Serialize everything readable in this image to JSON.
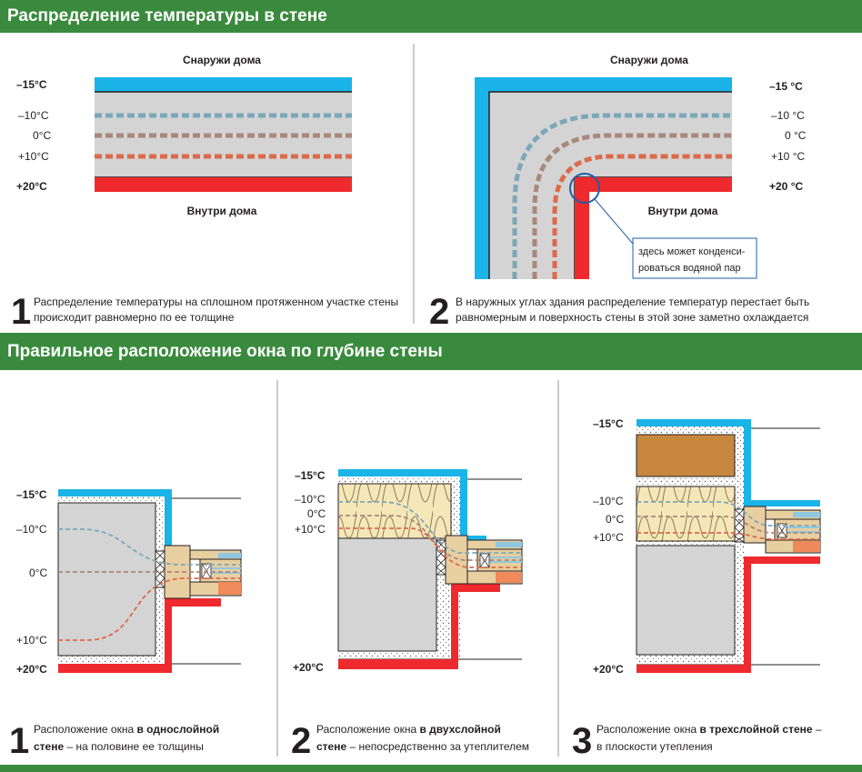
{
  "section1": {
    "title": "Распределение температуры в стене",
    "panel1": {
      "outside": "Снаружи дома",
      "inside": "Внутри дома",
      "temps": [
        "–15°C",
        "–10°C",
        "0°C",
        "+10°C",
        "+20°C"
      ],
      "number": "1",
      "caption_line1": "Распределение температуры на сплошном протяженном участке стены",
      "caption_line2": "происходит равномерно по ее толщине"
    },
    "panel2": {
      "outside": "Снаружи дома",
      "inside": "Внутри дома",
      "temps": [
        "–15 °C",
        "–10 °C",
        "0 °C",
        "+10 °C",
        "+20 °C"
      ],
      "callout_line1": "здесь может конденси-",
      "callout_line2": "роваться водяной пар",
      "number": "2",
      "caption_line1": "В наружных углах здания распределение температур перестает быть",
      "caption_line2": "равномерным и поверхность стены в этой зоне заметно охлаждается"
    }
  },
  "section2": {
    "title": "Правильное расположение окна по глубине стены",
    "panel1": {
      "temps": [
        "–15°C",
        "–10°C",
        "0°C",
        "+10°C",
        "+20°C"
      ],
      "number": "1",
      "caption_pre": "Расположение окна ",
      "caption_bold1": "в однослойной",
      "caption_bold2": "стене",
      "caption_post": " – на половине ее толщины"
    },
    "panel2": {
      "temps": [
        "–15°C",
        "–10°C",
        "0°C",
        "+10°C",
        "+20°C"
      ],
      "number": "2",
      "caption_pre": "Расположение окна ",
      "caption_bold1": "в двухслойной",
      "caption_bold2": "стене",
      "caption_post": " – непосредственно за утеплителем"
    },
    "panel3": {
      "temps": [
        "–15°C",
        "–10°C",
        "0°C",
        "+10°C",
        "+20°C"
      ],
      "number": "3",
      "caption_pre": "Расположение окна ",
      "caption_bold1": "в трехслойной стене",
      "caption_post": " –",
      "caption_line2": "в плоскости утепления"
    }
  },
  "colors": {
    "band": "#3a8a3e",
    "cold": "#1ab4e8",
    "warm": "#ee2a2e",
    "line_cold": "#7aa8b8",
    "line_mid": "#a9887a",
    "line_warm": "#dc6a4a",
    "wall": "#d4d4d4",
    "insulation": "#f6e7b8",
    "brick": "#c8873f"
  }
}
